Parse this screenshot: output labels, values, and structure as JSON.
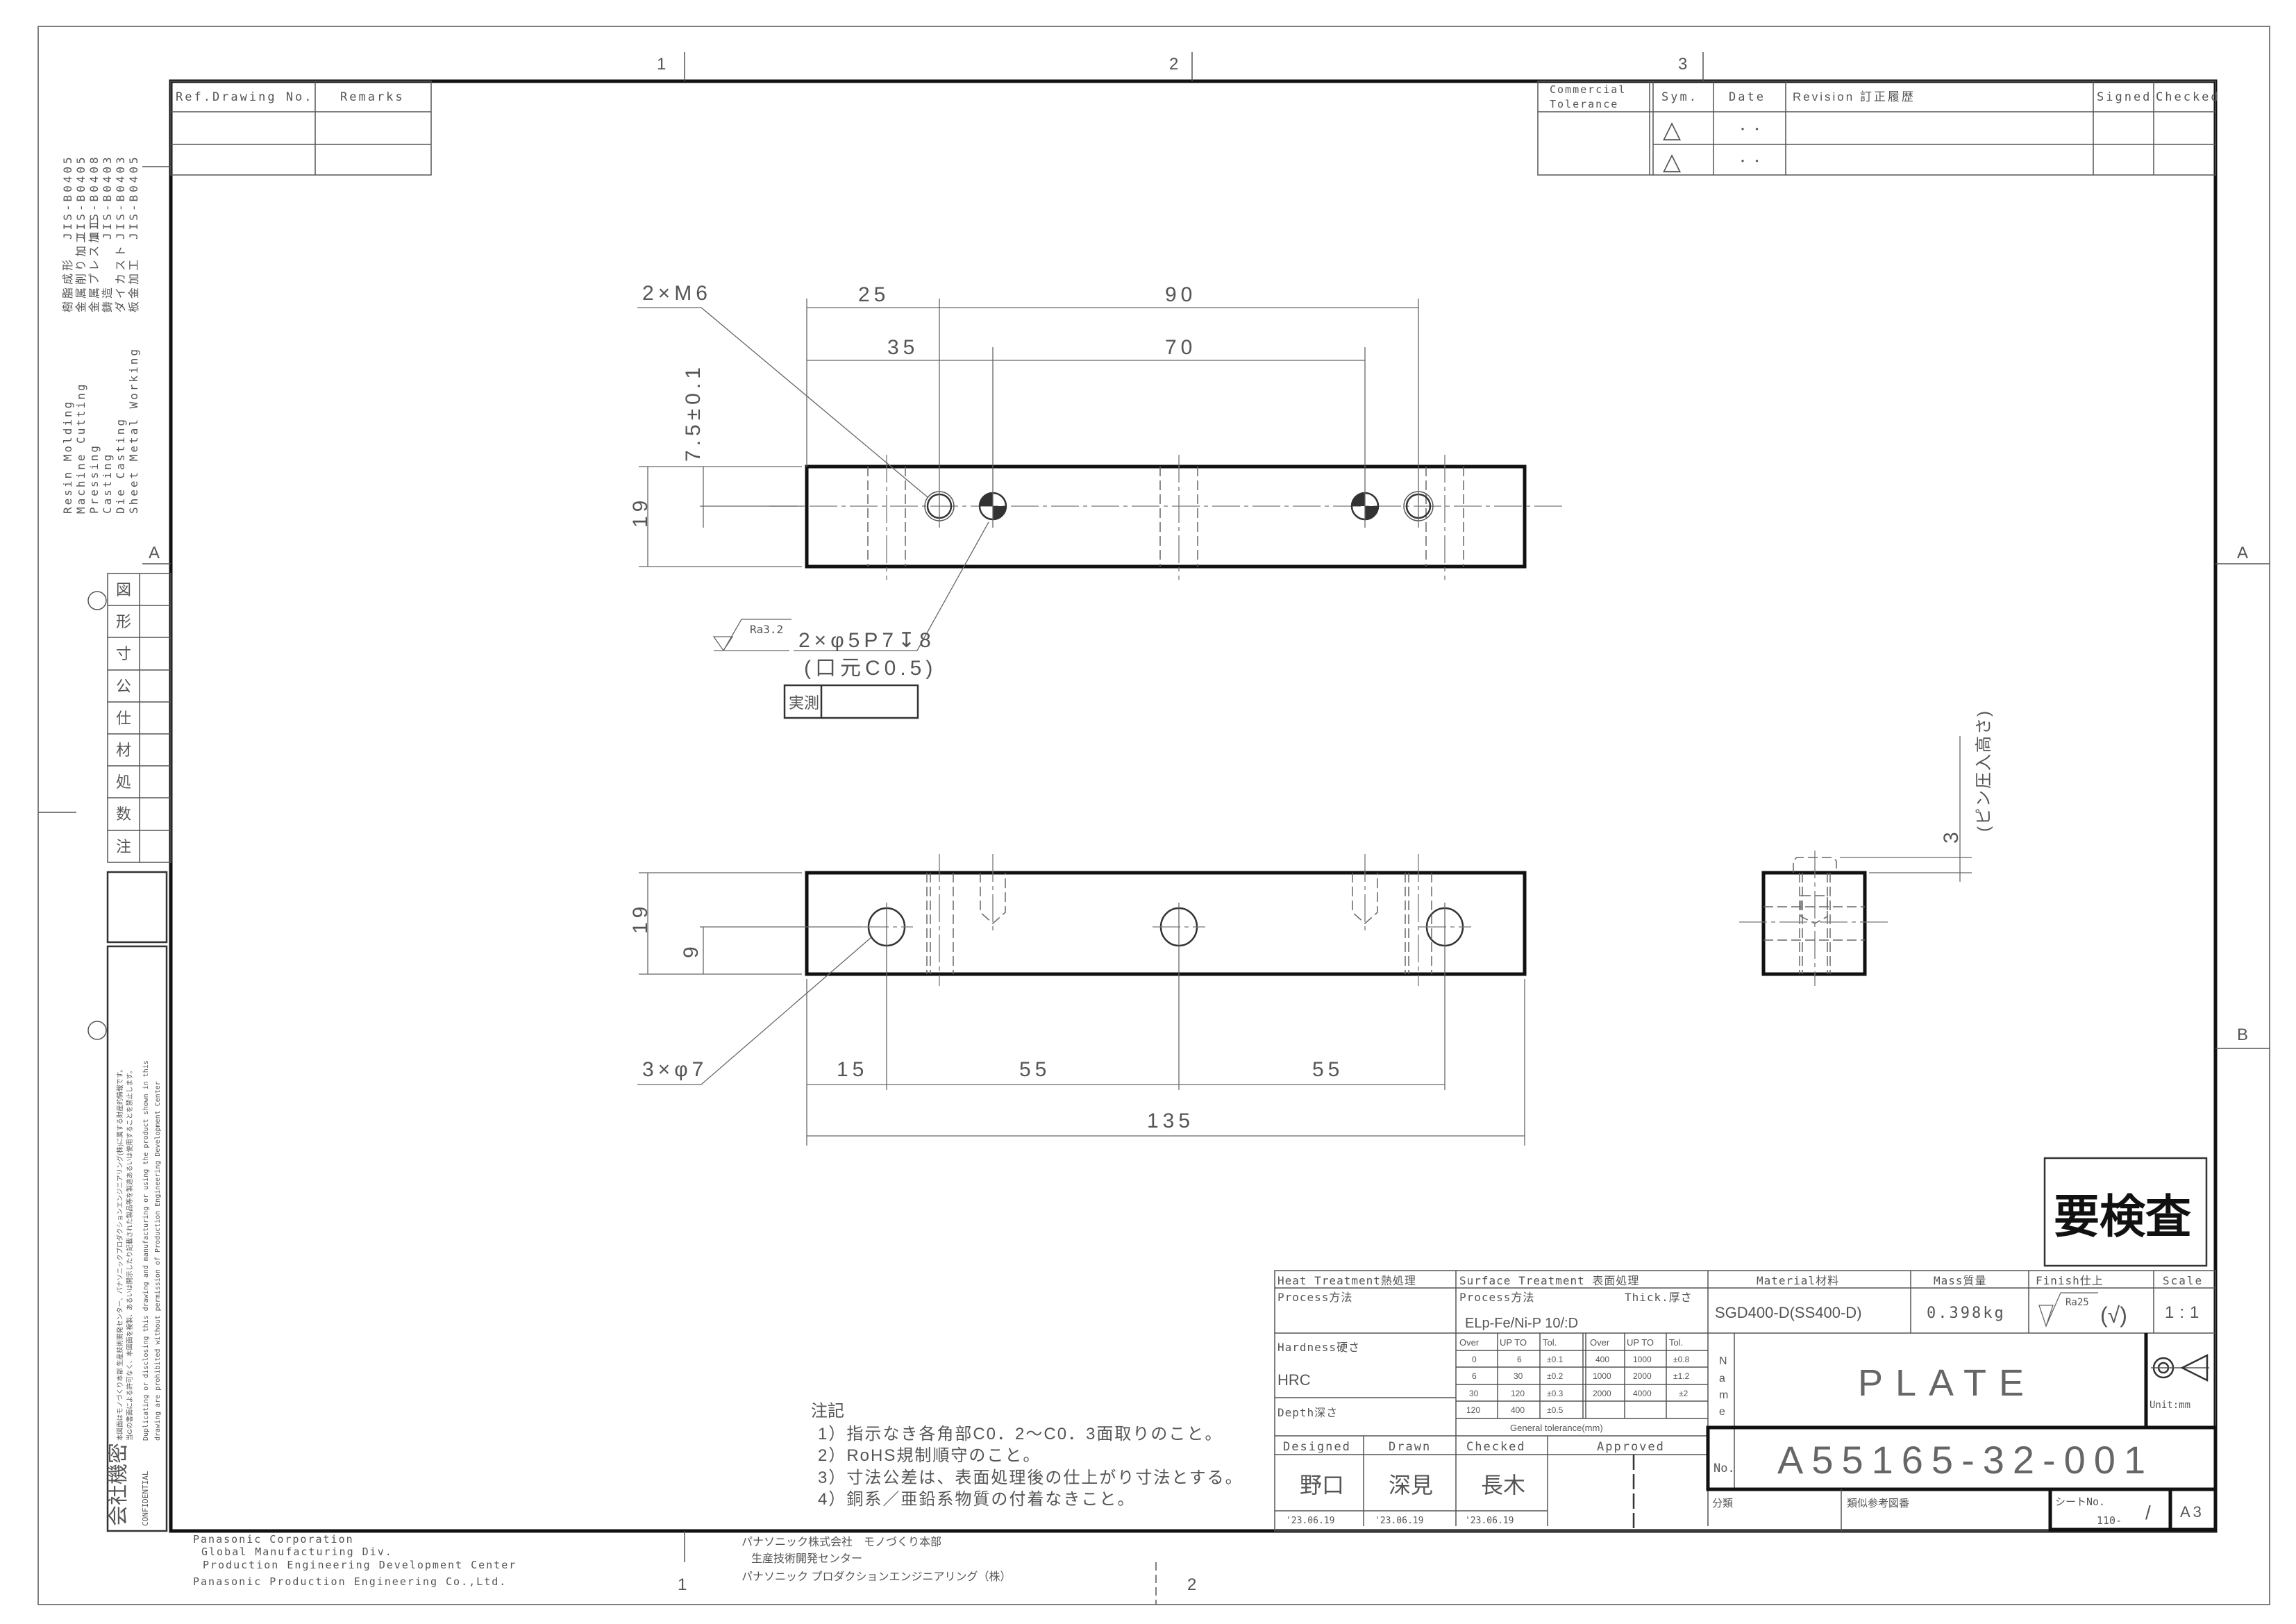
{
  "zones": {
    "top": [
      "1",
      "2",
      "3"
    ],
    "side": [
      "A",
      "B"
    ],
    "bottom": [
      "1",
      "2"
    ]
  },
  "ref_table": {
    "headers": [
      "Ref.Drawing No.",
      "Remarks"
    ]
  },
  "revision_table": {
    "commercial_tolerance": [
      "Commercial",
      "Tolerance"
    ],
    "headers": [
      "Sym.",
      "Date",
      "Revision 訂正履歴",
      "Signed",
      "Checked"
    ],
    "rows": [
      {
        "sym": "△",
        "date": "・ ・"
      },
      {
        "sym": "△",
        "date": "・ ・"
      }
    ]
  },
  "standards": [
    {
      "en": "Resin Molding",
      "jp": "樹脂成形",
      "jis": "JIS-B0405"
    },
    {
      "en": "Machine Cutting",
      "jp": "金属削り加工",
      "jis": "JIS-B0405"
    },
    {
      "en": "Pressing",
      "jp": "金属プレス加工",
      "jis": "JIS-B0408"
    },
    {
      "en": "Casting",
      "jp": "鋳造",
      "jis": "JIS-B0403"
    },
    {
      "en": "Die Casting",
      "jp": "ダイカスト",
      "jis": "JIS-B0403"
    },
    {
      "en": "Sheet Metal Working",
      "jp": "板金加工",
      "jis": "JIS-B0405"
    }
  ],
  "check_list": [
    "図",
    "形",
    "寸",
    "公",
    "仕",
    "材",
    "処",
    "数",
    "注"
  ],
  "confidential": {
    "title": "会社機密",
    "label": "CONFIDENTIAL",
    "jp_line1": "本図面はモノづくり本部 生産技術開発センター、パナソニックプロダクションエンジニアリング(株)に属する財産的情報です。",
    "jp_line2": "当Gの書面による許可なく、本図面を複製、あるいは開示したり記載された製品等を製造あるいは使用することを禁止します。",
    "en_line1": "Duplicating or disclosing this drawing and manufacturing or using the product shown in this",
    "en_line2": "drawing are prohibited without permission of Production Engineering Development Center"
  },
  "company": {
    "en": [
      "Panasonic Corporation",
      "Global Manufacturing Div.",
      "Production Engineering Development Center",
      "Panasonic Production Engineering Co.,Ltd."
    ],
    "jp": [
      "パナソニック株式会社　モノづくり本部",
      "生産技術開発センター",
      "パナソニック プロダクションエンジニアリング（株）"
    ]
  },
  "views": {
    "top": {
      "dims": {
        "d25": "25",
        "d90": "90",
        "d35": "35",
        "d70": "70",
        "height": "19",
        "center": "7.5±0.1"
      },
      "thread_callout": "2×M6",
      "pin_callout": "2×φ5P7↧8",
      "pin_chamfer": "(口元C0.5)",
      "roughness": "Ra3.2",
      "measured_label": "実測"
    },
    "front": {
      "dims": {
        "d15": "15",
        "d55a": "55",
        "d55b": "55",
        "total": "135",
        "height": "19",
        "center": "9"
      },
      "hole_callout": "3×φ7"
    },
    "side": {
      "dim": "3",
      "note": "(ピン圧入高さ)"
    }
  },
  "notes": {
    "title": "注記",
    "items": [
      "1）指示なき各角部C0．2～C0．3面取りのこと。",
      "2）RoHS規制順守のこと。",
      "3）寸法公差は、表面処理後の仕上がり寸法とする。",
      "4）銅系／亜鉛系物質の付着なきこと。"
    ]
  },
  "inspection_stamp": "要検査",
  "title_block": {
    "heat_treatment": "Heat Treatment熱処理",
    "surface_treatment": "Surface Treatment 表面処理",
    "material_label": "Material材料",
    "mass_label": "Mass質量",
    "finish_label": "Finish仕上",
    "scale_label": "Scale",
    "process_label": "Process方法",
    "process_label2": "Process方法",
    "thick_label": "Thick.厚さ",
    "process_value": "ELp-Fe/Ni-P 10/:D",
    "material": "SGD400-D(SS400-D)",
    "mass": "0.398kg",
    "finish_ra": "Ra25",
    "finish_paren": "(√)",
    "scale": "1:1",
    "hardness_label": "Hardness硬さ",
    "hardness": "HRC",
    "depth_label": "Depth深さ",
    "tolerance": {
      "headers": [
        "Over",
        "UP TO",
        "Tol.",
        "Over",
        "UP TO",
        "Tol."
      ],
      "rows": [
        [
          "0",
          "6",
          "±0.1",
          "400",
          "1000",
          "±0.8"
        ],
        [
          "6",
          "30",
          "±0.2",
          "1000",
          "2000",
          "±1.2"
        ],
        [
          "30",
          "120",
          "±0.3",
          "2000",
          "4000",
          "±2"
        ],
        [
          "120",
          "400",
          "±0.5",
          "",
          "",
          ""
        ]
      ],
      "caption": "General tolerance(mm)"
    },
    "approval_headers": [
      "Designed",
      "Drawn",
      "Checked",
      "Approved"
    ],
    "approval_names": [
      "野口",
      "深見",
      "長木",
      ""
    ],
    "approval_dates": [
      "'23.06.19",
      "'23.06.19",
      "'23.06.19",
      ""
    ],
    "name_label": [
      "N",
      "a",
      "m",
      "e"
    ],
    "name": "PLATE",
    "unit": "Unit:mm",
    "no_label": "No.",
    "number": "A55165-32-001",
    "classification_label": "分類",
    "similar_ref_label": "類似参考図番",
    "sheet_label": "シートNo.",
    "sheet_value": "110-",
    "sheet_sep": "/",
    "size": "A3"
  }
}
